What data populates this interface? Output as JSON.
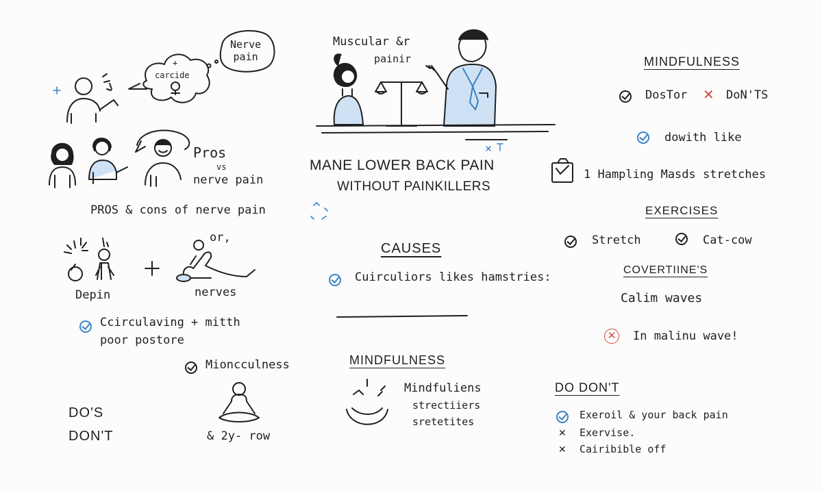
{
  "bubbles": {
    "nerve": "Nerve\npain",
    "think_plus": "+",
    "think_text": "carcide"
  },
  "left": {
    "pros_title": "Pros",
    "pros_vs": "vs",
    "pros_sub": "nerve pain",
    "pros_cons": "PROS  & cons of nerve pain",
    "or_label": "or,",
    "plus_sign": "+",
    "depin_label": "Depin",
    "nerves_label": "nerves",
    "circ_line1": "Ccirculaving + mitth",
    "circ_line2": "poor postore",
    "mindful_label": "Mioncculness",
    "dos_line1": "DO'S",
    "dos_line2": "DON'T",
    "pose_caption": "& 2y- row"
  },
  "center": {
    "doctor_label_1": "Muscular &r",
    "doctor_label_2": "painir",
    "main_title_1": "MANE LOWER BACK PAIN",
    "main_title_2": "WITHOUT PAINKILLERS",
    "causes_heading": "CAUSES",
    "causes_item": "Cuirculiors likes hamstries:",
    "mindfulness_heading": "MINDFULNESS",
    "mind_line1": "Mindfuliens",
    "mind_line2": "strectiiers",
    "mind_line3": "sretetites"
  },
  "right": {
    "mindfulness_heading": "MINDFULNESS",
    "dos_label": "DosTor",
    "donts_label": "DoN'TS",
    "dowith_label": "dowith  like",
    "hampling_label": "1 Hampling Masds stretches",
    "exercises_heading": "EXERCISES",
    "stretch_label": "Stretch",
    "catcow_label": "Cat-cow",
    "covertines_heading": "COVERTIINE'S",
    "calm_label": "Calim waves",
    "malina_label": "In malinu wave!",
    "do_dont_heading": "DO DON'T",
    "list": [
      {
        "mark": "check",
        "text": "Exeroil & your back pain"
      },
      {
        "mark": "x",
        "text": "Exervise."
      },
      {
        "mark": "x",
        "text": "Cairibible off"
      }
    ]
  },
  "colors": {
    "ink": "#1f1f1f",
    "accent_blue": "#3b82c4",
    "fill_blue": "#cfe2f5",
    "accent_red": "#d24a43"
  }
}
